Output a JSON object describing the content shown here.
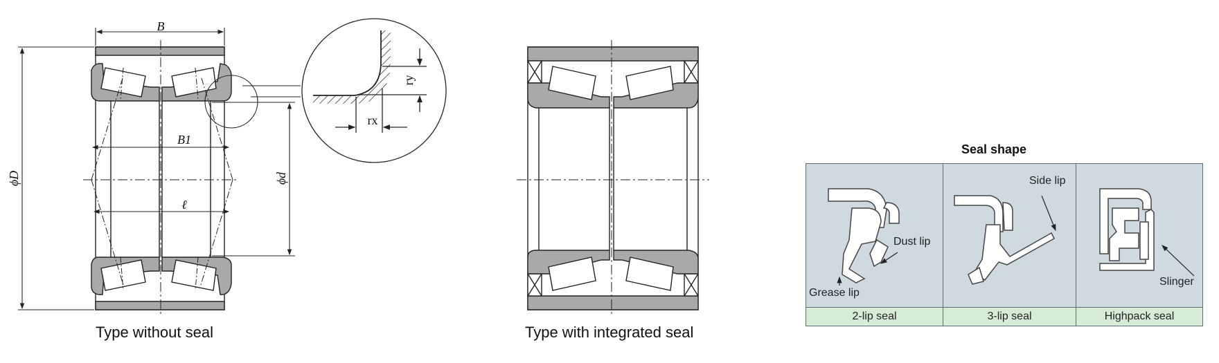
{
  "left_drawing": {
    "dim_B": "B",
    "dim_D": "ϕD",
    "dim_d": "ϕd",
    "dim_B1": "B1",
    "dim_l": "ℓ",
    "dim_rx": "rx",
    "dim_ry": "ry",
    "caption": "Type without seal"
  },
  "middle_drawing": {
    "caption": "Type with integrated seal"
  },
  "seal_panel": {
    "title": "Seal shape",
    "cells": [
      {
        "name": "2-lip seal",
        "labels": {
          "dust_lip": "Dust lip",
          "grease_lip": "Grease lip"
        }
      },
      {
        "name": "3-lip seal",
        "labels": {
          "side_lip": "Side lip"
        }
      },
      {
        "name": "Highpack seal",
        "labels": {
          "slinger": "Slinger"
        }
      }
    ]
  },
  "colors": {
    "bearing_fill": "#a9a9a9",
    "seal_bg": "#cfd9e0",
    "seal_name_bg": "#d7ecd5"
  }
}
